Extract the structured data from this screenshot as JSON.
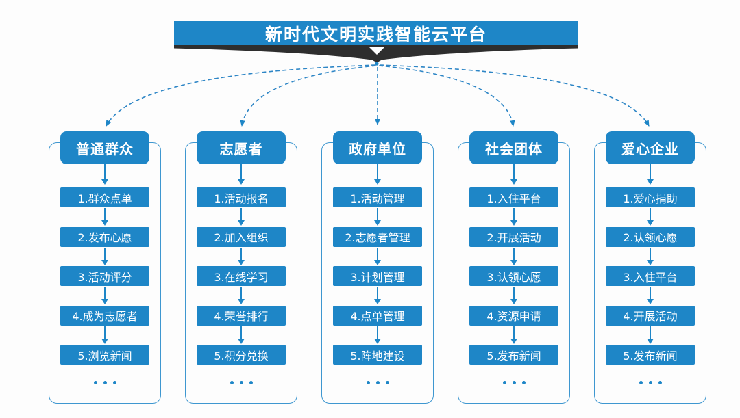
{
  "title": "新时代文明实践智能云平台",
  "colors": {
    "primary_blue": "#1e86c7",
    "panel_border_blue": "#3e97d0",
    "dark_band": "#2e2e2e",
    "dashed_line_blue": "#2e86c6",
    "background": "#fdfdfd",
    "text_on_blue": "#ffffff"
  },
  "diagram_type": "top-down fan-out flowchart",
  "columns": [
    {
      "header": "普通群众",
      "steps": [
        "1.群众点单",
        "2.发布心愿",
        "3.活动评分",
        "4.成为志愿者",
        "5.浏览新闻"
      ],
      "ellipsis": "..."
    },
    {
      "header": "志愿者",
      "steps": [
        "1.活动报名",
        "2.加入组织",
        "3.在线学习",
        "4.荣誉排行",
        "5.积分兑换"
      ],
      "ellipsis": "..."
    },
    {
      "header": "政府单位",
      "steps": [
        "1.活动管理",
        "2.志愿者管理",
        "3.计划管理",
        "4.点单管理",
        "5.阵地建设"
      ],
      "ellipsis": "..."
    },
    {
      "header": "社会团体",
      "steps": [
        "1.入住平台",
        "2.开展活动",
        "3.认领心愿",
        "4.资源申请",
        "5.发布新闻"
      ],
      "ellipsis": "..."
    },
    {
      "header": "爱心企业",
      "steps": [
        "1.爱心捐助",
        "2.认领心愿",
        "3.入住平台",
        "4.开展活动",
        "5.发布新闻"
      ],
      "ellipsis": "..."
    }
  ]
}
